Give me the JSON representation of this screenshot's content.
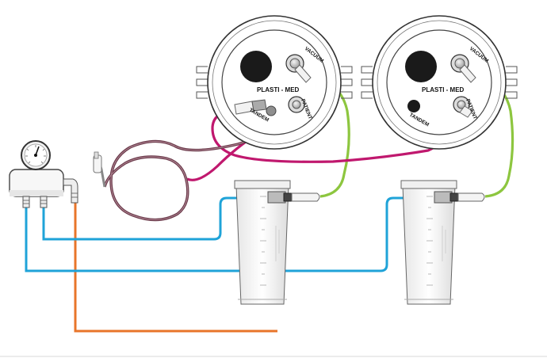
{
  "units": [
    {
      "brand": "PLASTI - MED",
      "vacuum_label": "VACUUM",
      "patient_label": "PATIENT",
      "tandem_label": "TANDEM"
    },
    {
      "brand": "PLASTI - MED",
      "vacuum_label": "VACUUM",
      "patient_label": "PATIENT",
      "tandem_label": "TANDEM"
    }
  ],
  "colors": {
    "vacuum_tube": "#8dc63f",
    "patient_tube": "#c0186e",
    "tandem_tube": "#6b3a4a",
    "vacuum_line": "#1fa3d8",
    "supply_line": "#e8752a",
    "outline": "#333333"
  },
  "icons": [
    "pressure-gauge-icon",
    "vacuum-regulator-icon",
    "suction-canister-icon"
  ]
}
